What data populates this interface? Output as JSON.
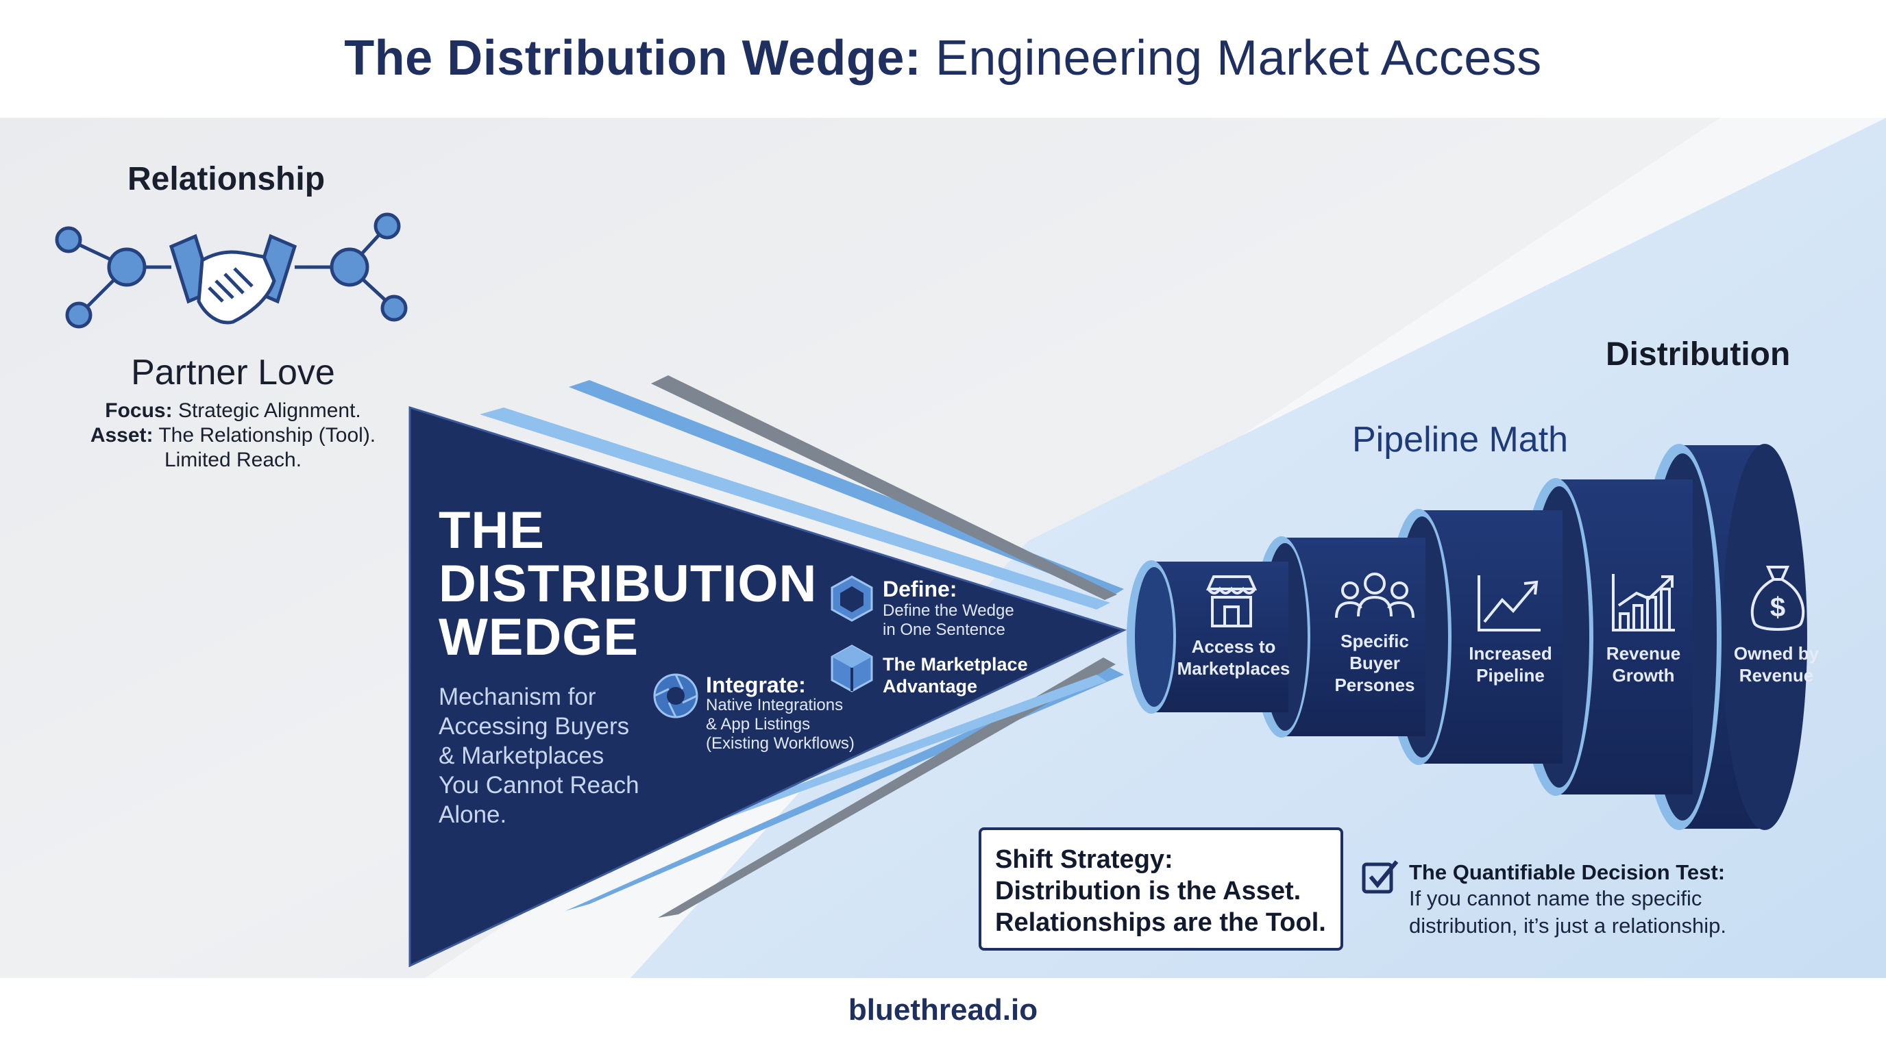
{
  "title": {
    "bold": "The Distribution Wedge:",
    "light": "Engineering Market Access"
  },
  "left": {
    "heading": "Relationship",
    "partner_title": "Partner Love",
    "focus_label": "Focus:",
    "focus_value": "Strategic Alignment.",
    "asset_label": "Asset:",
    "asset_value": "The Relationship (Tool).",
    "reach": "Limited Reach."
  },
  "wedge": {
    "title_lines": [
      "THE",
      "DISTRIBUTION",
      "WEDGE"
    ],
    "desc_lines": [
      "Mechanism for",
      "Accessing Buyers",
      "& Marketplaces",
      "You Cannot Reach",
      "Alone."
    ],
    "define": {
      "head": "Define:",
      "lines": [
        "Define the Wedge",
        "in One Sentence"
      ]
    },
    "integrate": {
      "head": "Integrate:",
      "lines": [
        "Native Integrations",
        "& App Listings",
        "(Existing Workflows)"
      ]
    },
    "marketplace": {
      "lines": [
        "The Marketplace",
        "Advantage"
      ]
    }
  },
  "right": {
    "heading": "Distribution",
    "pipeline_title": "Pipeline Math",
    "stages": [
      {
        "icon": "storefront-icon",
        "lines": [
          "Access to",
          "Marketplaces"
        ]
      },
      {
        "icon": "people-group-icon",
        "lines": [
          "Specific",
          "Buyer",
          "Persones"
        ]
      },
      {
        "icon": "trend-line-icon",
        "lines": [
          "Increased",
          "Pipeline"
        ]
      },
      {
        "icon": "bar-growth-icon",
        "lines": [
          "Revenue",
          "Growth"
        ]
      },
      {
        "icon": "money-bag-icon",
        "lines": [
          "Owned by",
          "Revenue"
        ]
      }
    ]
  },
  "shift": {
    "lines": [
      "Shift Strategy:",
      "Distribution is the Asset.",
      "Relationships are the Tool."
    ]
  },
  "test": {
    "head": "The Quantifiable Decision Test:",
    "lines": [
      "If you cannot name the specific",
      "distribution, it’s just a relationship."
    ]
  },
  "footer": "bluethread.io",
  "colors": {
    "navy": "#1c2f63",
    "light_blue": "#d6e8f8",
    "accent_blue": "#6fa8e0"
  }
}
